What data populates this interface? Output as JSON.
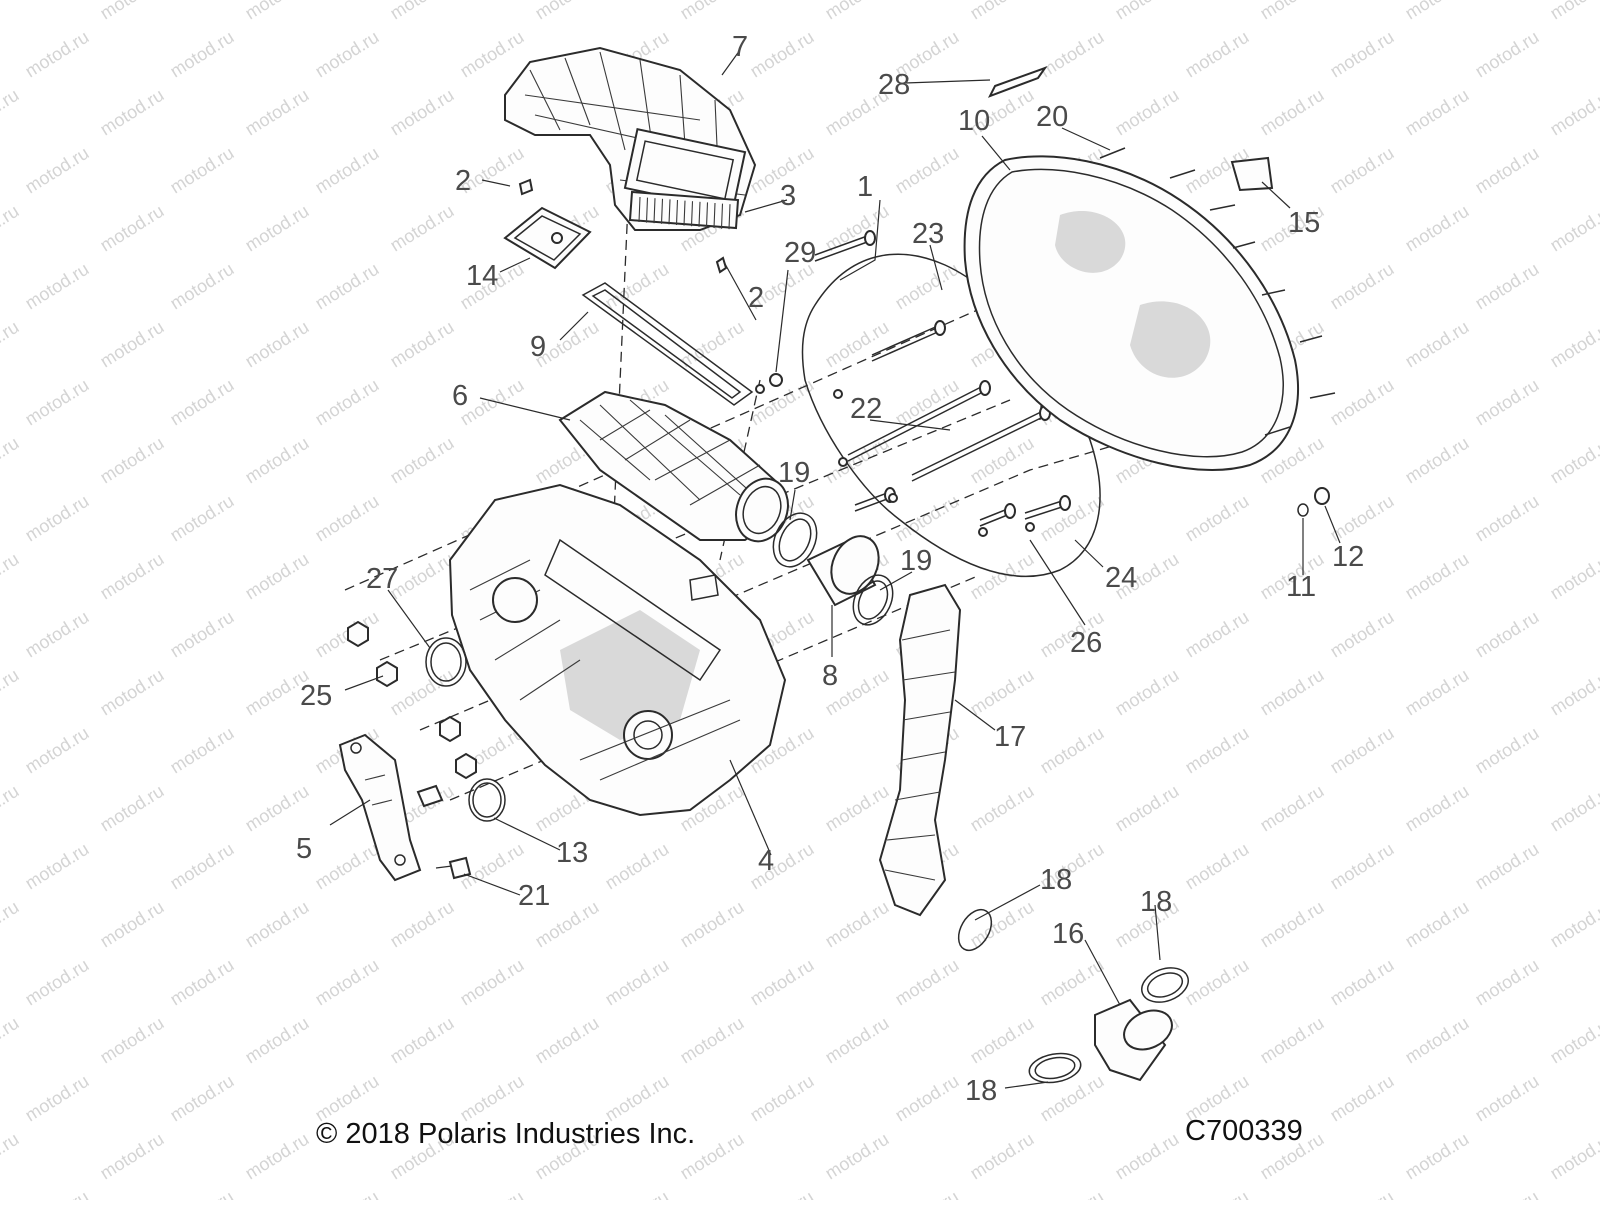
{
  "callouts": [
    "1",
    "2",
    "2",
    "3",
    "4",
    "5",
    "6",
    "7",
    "8",
    "9",
    "10",
    "11",
    "12",
    "13",
    "14",
    "15",
    "16",
    "17",
    "18",
    "18",
    "18",
    "18",
    "19",
    "19",
    "20",
    "21",
    "22",
    "23",
    "24",
    "25",
    "26",
    "27",
    "28",
    "29"
  ],
  "footer": {
    "copyright": "© 2018 Polaris Industries Inc.",
    "diagram_code": "C700339"
  },
  "watermark": "motod.ru",
  "colors": {
    "line": "#2b2b2b",
    "callout_text": "#4a4a4a",
    "watermark": "#d4d4d4"
  }
}
